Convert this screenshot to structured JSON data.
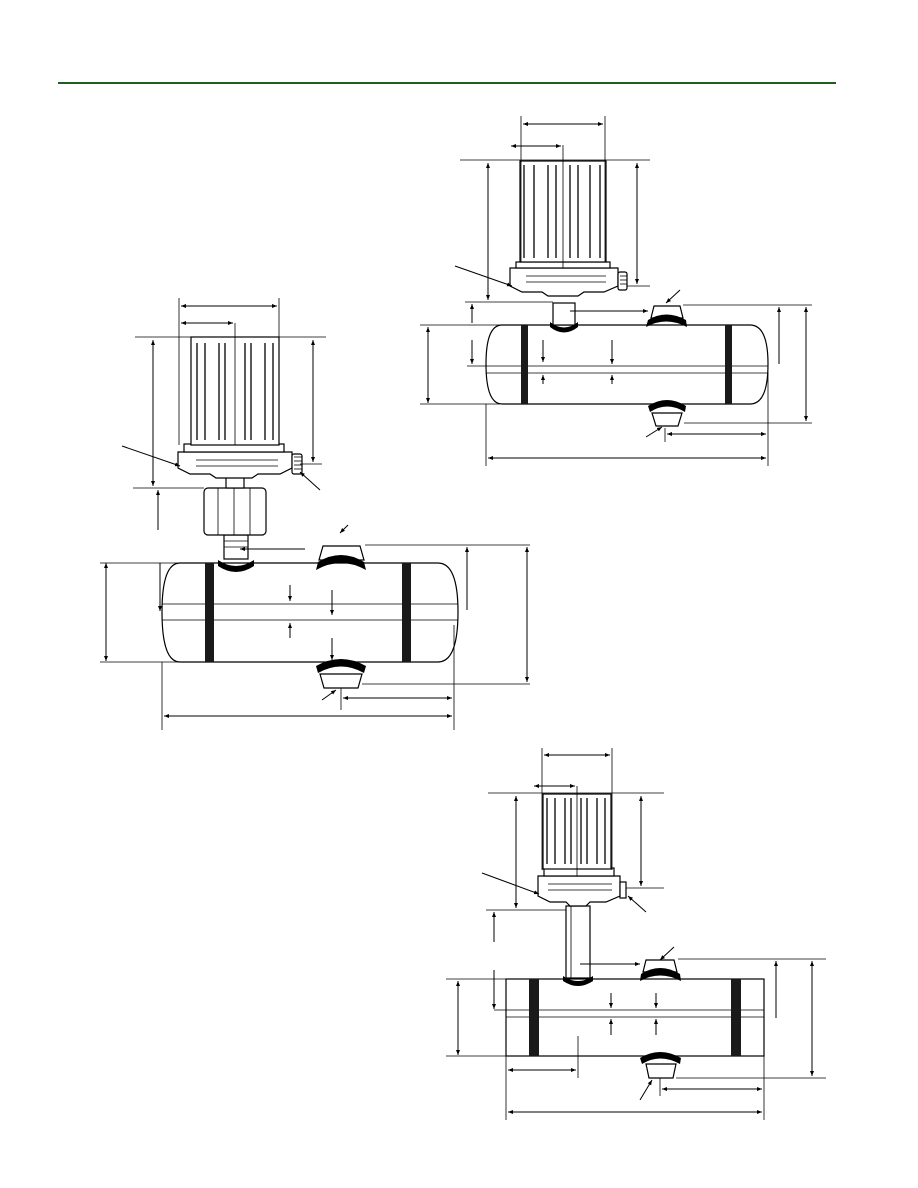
{
  "colors": {
    "header_rule": "#1f5e1f",
    "line": "#000000",
    "background": "#ffffff"
  },
  "views": [
    {
      "id": "standoff-mount-view"
    },
    {
      "id": "direct-mount-view"
    },
    {
      "id": "extended-stem-view"
    }
  ]
}
